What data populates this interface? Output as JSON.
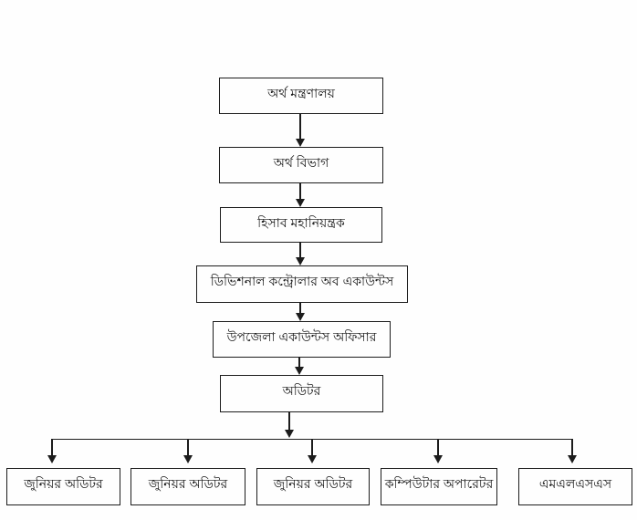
{
  "colors": {
    "ink": "#1c1c1c",
    "background": "#fefefe",
    "box_fill": "#fefefe"
  },
  "org_chart": {
    "chain": [
      {
        "label": "অর্থ মন্ত্রণালয়"
      },
      {
        "label": "অর্থ বিভাগ"
      },
      {
        "label": "হিসাব মহানিয়ন্ত্রক"
      },
      {
        "label": "ডিভিশনাল কন্ট্রোলার অব একাউন্টস"
      },
      {
        "label": "উপজেলা একাউন্টস অফিসার"
      },
      {
        "label": "অডিটর"
      }
    ],
    "leaves": [
      {
        "label": "জুনিয়র অডিটর"
      },
      {
        "label": "জুনিয়র অডিটর"
      },
      {
        "label": "জুনিয়র অডিটর"
      },
      {
        "label": "কম্পিউটার অপারেটর"
      },
      {
        "label": "এমএলএসএস"
      }
    ]
  }
}
